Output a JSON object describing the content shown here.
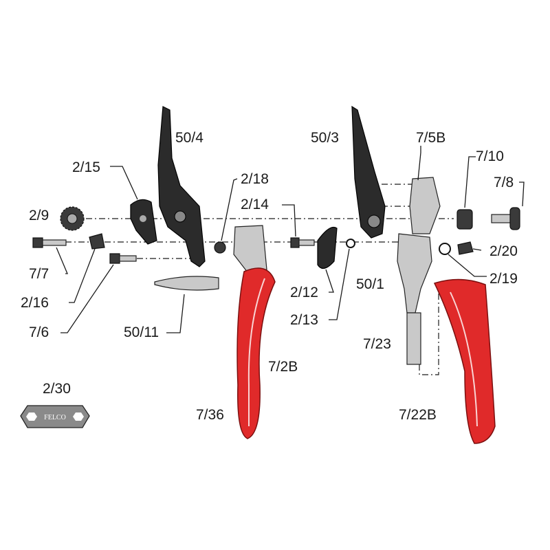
{
  "parts": {
    "blade_50_4": "50/4",
    "bolt_2_15": "2/15",
    "nut_2_9": "2/9",
    "screw_7_7": "7/7",
    "washer_2_16": "2/16",
    "screw_7_6": "7/6",
    "spring_50_11": "50/11",
    "nut_2_18": "2/18",
    "screw_2_14": "2/14",
    "handle_7_2B": "7/2B",
    "handle_7_36": "7/36",
    "wrench_2_30": "2/30",
    "blade_50_3": "50/3",
    "anvil_7_5B": "7/5B",
    "bushing_7_10": "7/10",
    "bolt_7_8": "7/8",
    "cap_2_20": "2/20",
    "ring_2_19": "2/19",
    "handle_50_1": "50/1",
    "plate_2_12": "2/12",
    "washer_2_13": "2/13",
    "rod_7_23": "7/23",
    "grip_7_22B": "7/22B"
  },
  "logo": "FELCO",
  "colors": {
    "handle_red": "#e02a2a",
    "blade": "#2b2b2b",
    "steel": "#c9c9c9"
  }
}
